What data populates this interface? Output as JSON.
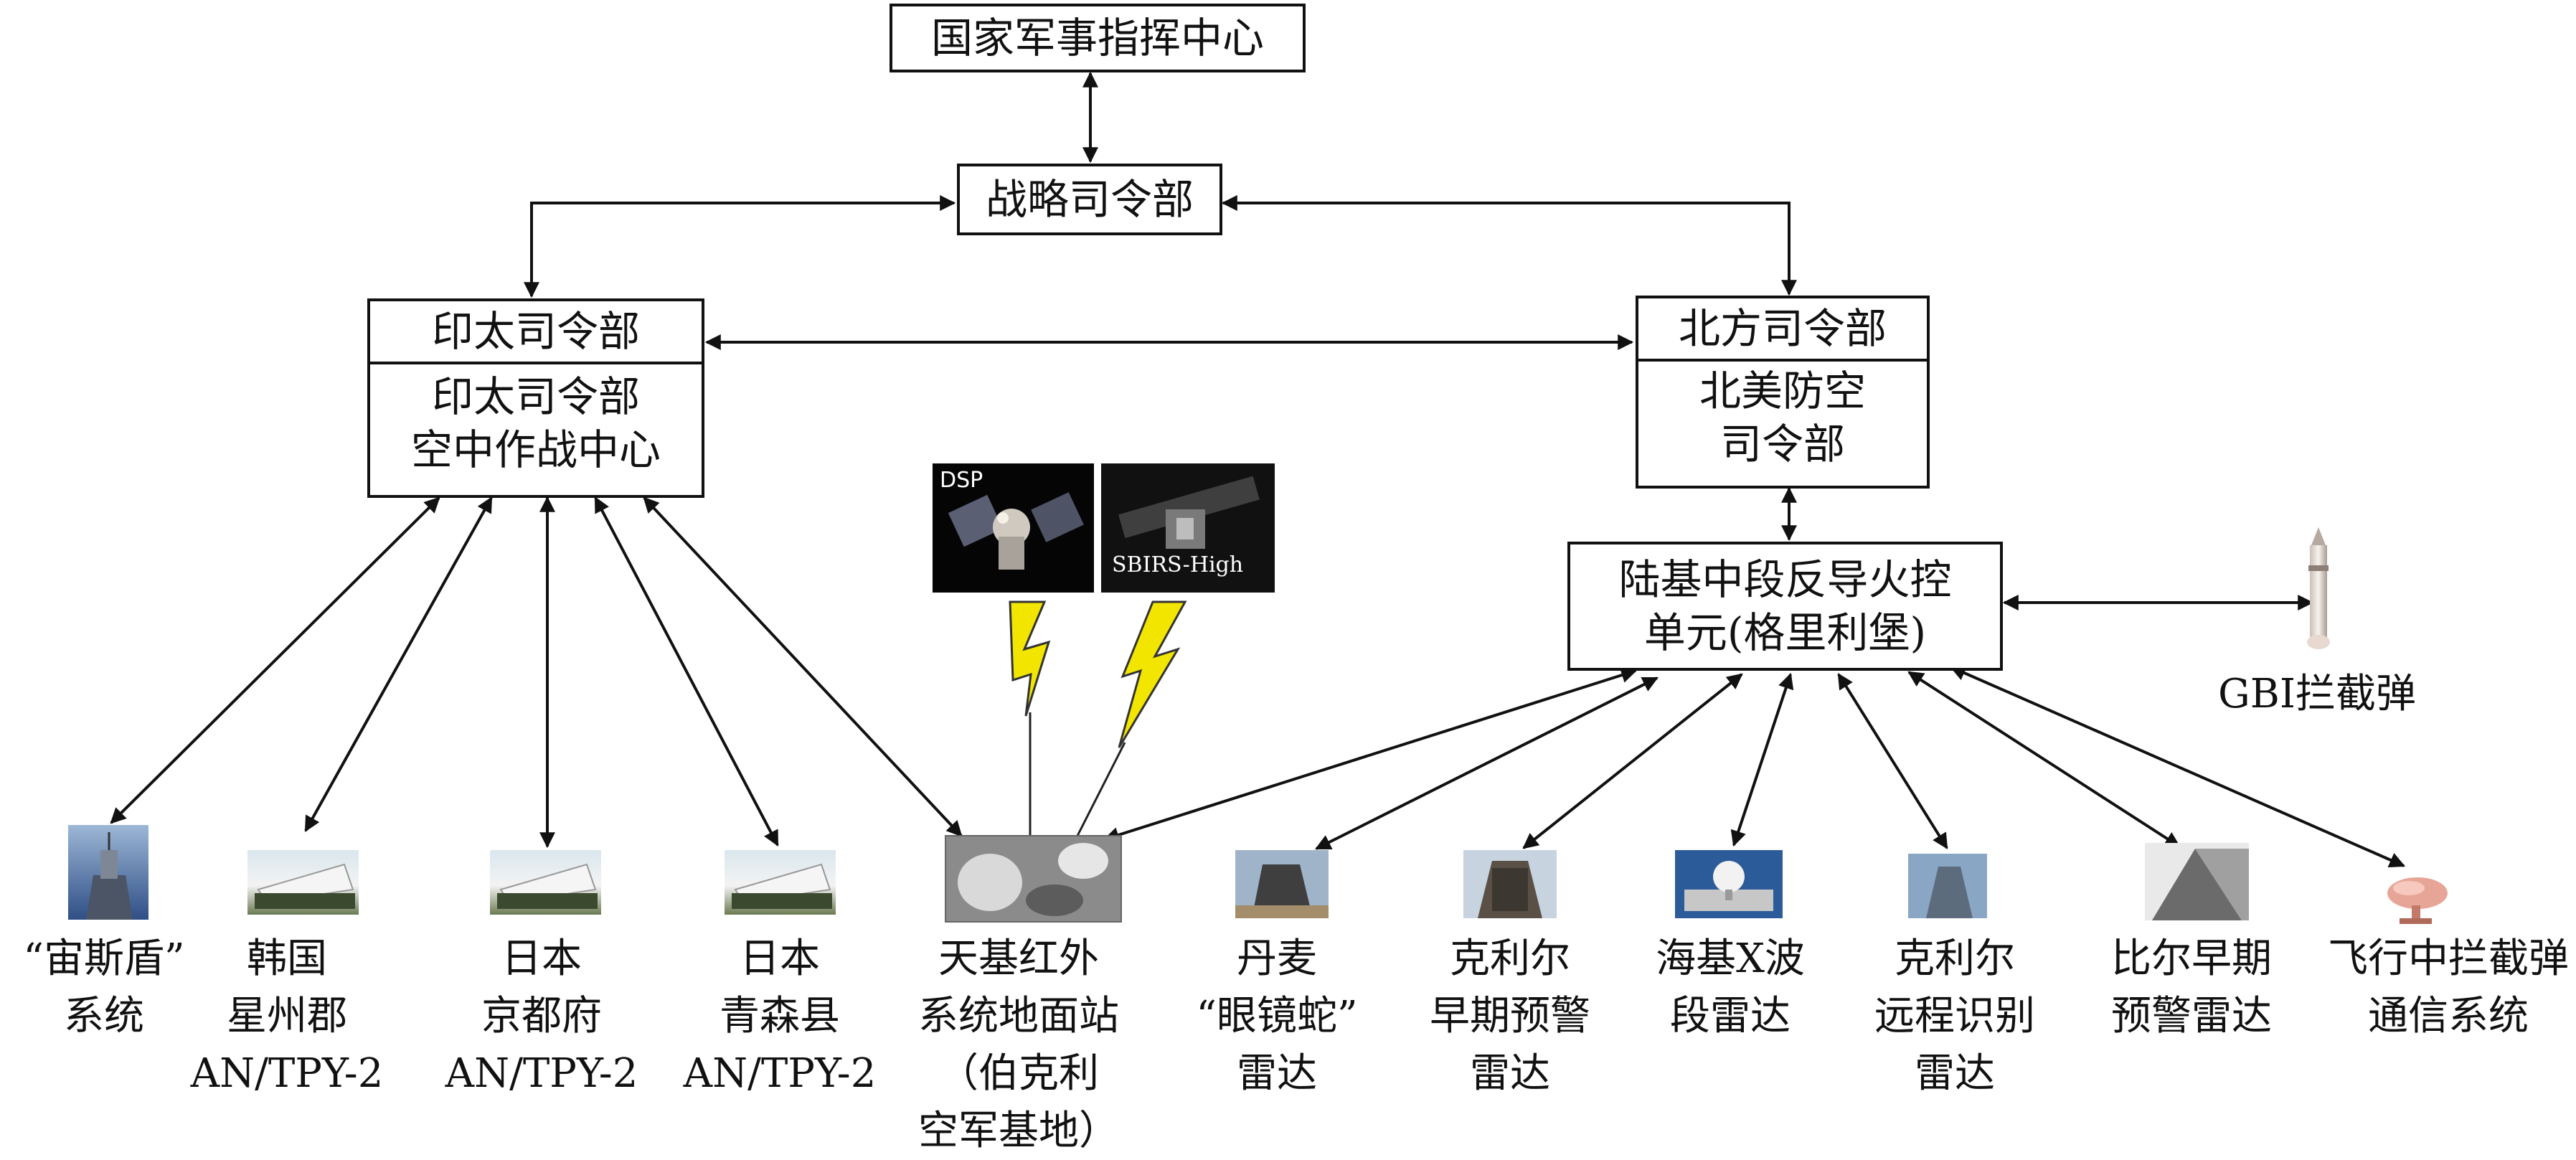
{
  "nodes": {
    "ncc": "国家军事指挥中心",
    "stratcom": "战略司令部",
    "indopacom": {
      "title": "印太司令部",
      "sub1": "印太司令部",
      "sub2": "空中作战中心"
    },
    "northcom": {
      "title": "北方司令部",
      "sub1": "北美防空",
      "sub2": "司令部"
    },
    "gmd": {
      "line1": "陆基中段反导火控",
      "line2": "单元(格里利堡)"
    }
  },
  "satellites": {
    "dsp": "DSP",
    "sbirs": "SBIRS-High"
  },
  "gbi_label": "GBI拦截弹",
  "sensors": [
    {
      "lines": [
        "“宙斯盾”",
        "系统"
      ]
    },
    {
      "lines": [
        "韩国",
        "星州郡",
        "AN/TPY-2"
      ]
    },
    {
      "lines": [
        "日本",
        "京都府",
        "AN/TPY-2"
      ]
    },
    {
      "lines": [
        "日本",
        "青森县",
        "AN/TPY-2"
      ]
    },
    {
      "lines": [
        "天基红外",
        "系统地面站",
        "（伯克利",
        "空军基地）"
      ]
    },
    {
      "lines": [
        "丹麦",
        "“眼镜蛇”",
        "雷达"
      ]
    },
    {
      "lines": [
        "克利尔",
        "早期预警",
        "雷达"
      ]
    },
    {
      "lines": [
        "海基X波",
        "段雷达"
      ]
    },
    {
      "lines": [
        "克利尔",
        "远程识别",
        "雷达"
      ]
    },
    {
      "lines": [
        "比尔早期",
        "预警雷达"
      ]
    },
    {
      "lines": [
        "飞行中拦截弹",
        "通信系统"
      ]
    }
  ],
  "colors": {
    "line": "#111111",
    "bolt": "#f2e600",
    "bolt_stroke": "#333333"
  }
}
